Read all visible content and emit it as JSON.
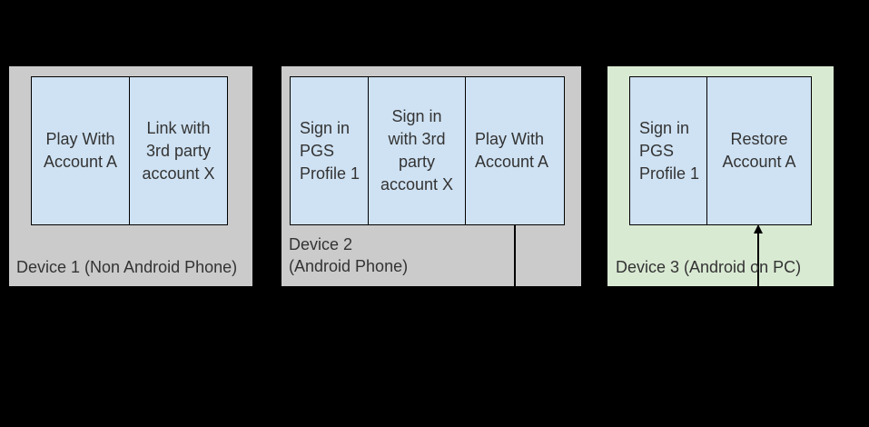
{
  "colors": {
    "background": "#000000",
    "panel_gray": "#cbcbcb",
    "panel_green": "#d9ead3",
    "step_box_blue": "#cfe2f3",
    "border": "#000000",
    "text": "#333333",
    "connector": "#000000"
  },
  "devices": [
    {
      "label": "Device 1 (Non Android Phone)",
      "boxes": [
        {
          "text": "Play With\nAccount A"
        },
        {
          "text": "Link with\n3rd party\naccount X"
        }
      ]
    },
    {
      "label": "Device 2\n(Android Phone)",
      "boxes": [
        {
          "text": "Sign in\nPGS\nProfile 1"
        },
        {
          "text": "Sign in\nwith 3rd\nparty\naccount X"
        },
        {
          "text": "Play With\nAccount A"
        }
      ]
    },
    {
      "label": "Device 3 (Android on PC)",
      "boxes": [
        {
          "text": "Sign in\nPGS\nProfile 1"
        },
        {
          "text": "Restore\nAccount A"
        }
      ]
    }
  ]
}
